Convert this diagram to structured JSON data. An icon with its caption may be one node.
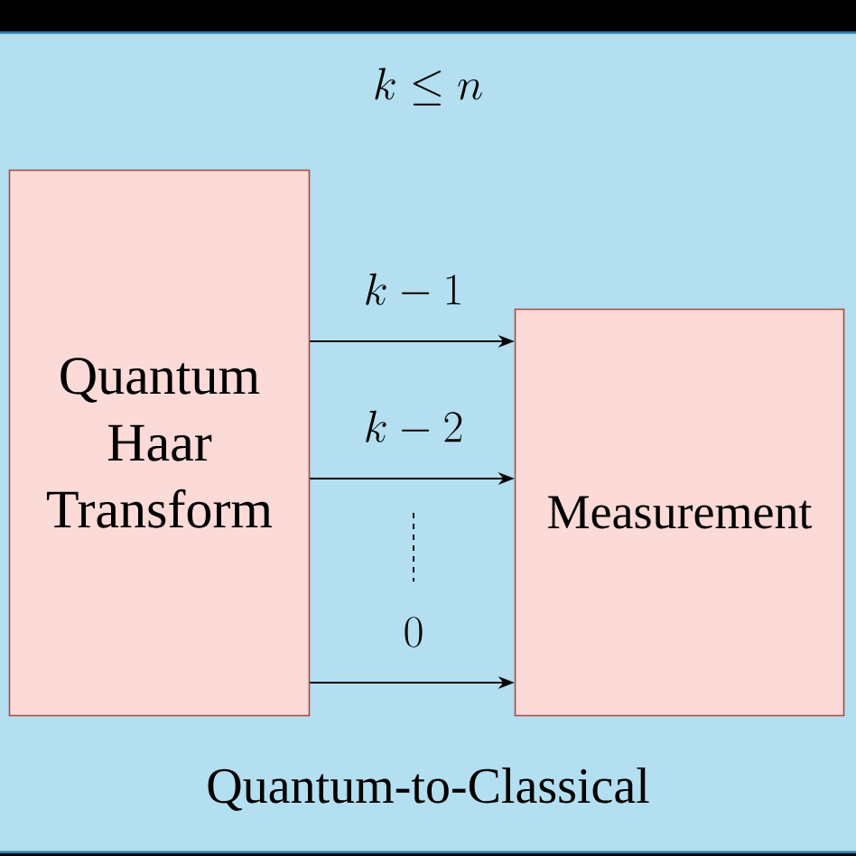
{
  "diagram": {
    "nodes": [
      {
        "text": [
          "k \\le n",
          "Quantum-to-Classical"
        ]
      },
      {
        "text": [
          "Quantum Haar Transform"
        ],
        "in": 0
      },
      {
        "text": [
          "Measurement"
        ],
        "in": 0
      }
    ],
    "edges": [
      {
        "from": 1,
        "to": 2,
        "arrow": "to",
        "label": "k-1"
      },
      {
        "from": 1,
        "to": 2,
        "arrow": "to",
        "label": "k-2"
      },
      {
        "from": 1,
        "to": 2,
        "arrow": "to",
        "label": "0"
      }
    ]
  }
}
